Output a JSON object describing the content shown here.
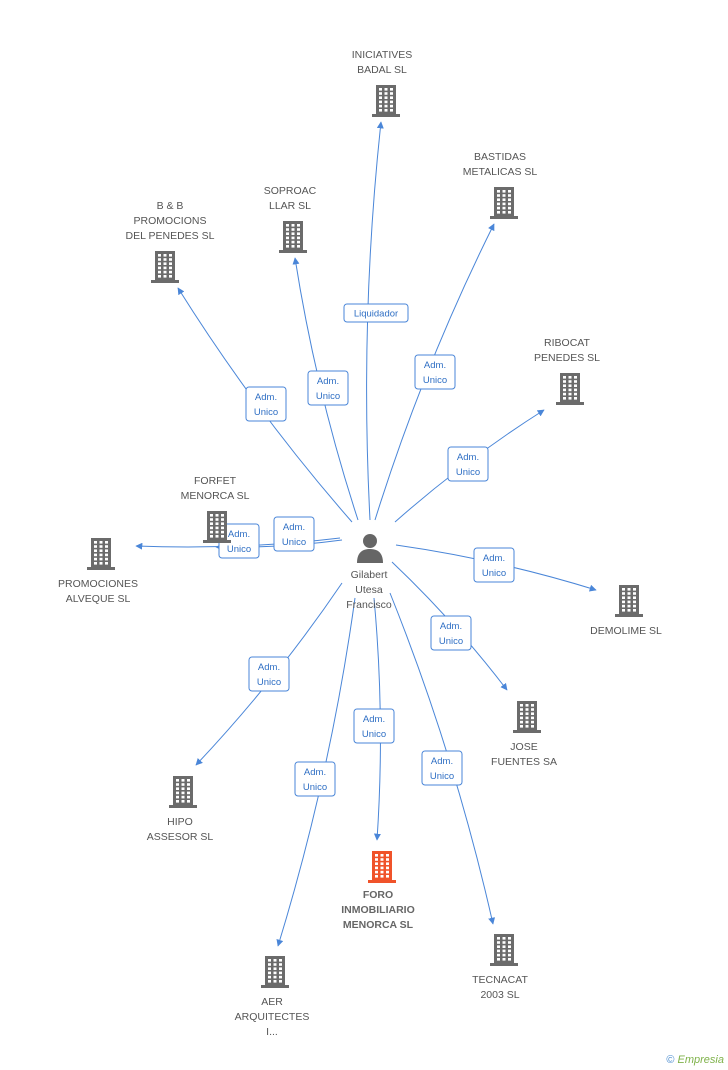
{
  "center": {
    "name": "Gilabert\nUtesa\nFrancisco"
  },
  "companies": [
    {
      "id": "iniciatives",
      "name": "INICIATIVES\nBADAL SL",
      "role": "Liquidador",
      "focus": false
    },
    {
      "id": "bastidas",
      "name": "BASTIDAS\nMETALICAS SL",
      "role": "Adm.\nUnico",
      "focus": false
    },
    {
      "id": "soproac",
      "name": "SOPROAC\nLLAR SL",
      "role": "Adm.\nUnico",
      "focus": false
    },
    {
      "id": "bb",
      "name": "B & B\nPROMOCIONS\nDEL PENEDES SL",
      "role": "Adm.\nUnico",
      "focus": false
    },
    {
      "id": "ribocat",
      "name": "RIBOCAT\nPENEDES SL",
      "role": "Adm.\nUnico",
      "focus": false
    },
    {
      "id": "forfet",
      "name": "FORFET\nMENORCA SL",
      "role": "Adm.\nUnico",
      "focus": false
    },
    {
      "id": "alveque",
      "name": "PROMOCIONES\nALVEQUE SL",
      "role": "Adm.\nUnico",
      "focus": false
    },
    {
      "id": "demolime",
      "name": "DEMOLIME SL",
      "role": "Adm.\nUnico",
      "focus": false
    },
    {
      "id": "jose",
      "name": "JOSE\nFUENTES SA",
      "role": "Adm.\nUnico",
      "focus": false
    },
    {
      "id": "hipo",
      "name": "HIPO\nASSESOR SL",
      "role": "Adm.\nUnico",
      "focus": false
    },
    {
      "id": "foro",
      "name": "FORO\nINMOBILIARIO\nMENORCA SL",
      "role": "Adm.\nUnico",
      "focus": true
    },
    {
      "id": "tecnacat",
      "name": "TECNACAT\n2003 SL",
      "role": "Adm.\nUnico",
      "focus": false
    },
    {
      "id": "aer",
      "name": "AER\nARQUITECTES\nI...",
      "role": "Adm.\nUnico",
      "focus": false
    }
  ],
  "colors": {
    "edge": "#4a86d8",
    "building": "#6b6b6b",
    "focus_building": "#f0532a",
    "person": "#666666"
  },
  "icons": {
    "company": "building-icon",
    "person": "person-icon"
  },
  "brand": {
    "copyright": "©",
    "name": "Empresia"
  }
}
